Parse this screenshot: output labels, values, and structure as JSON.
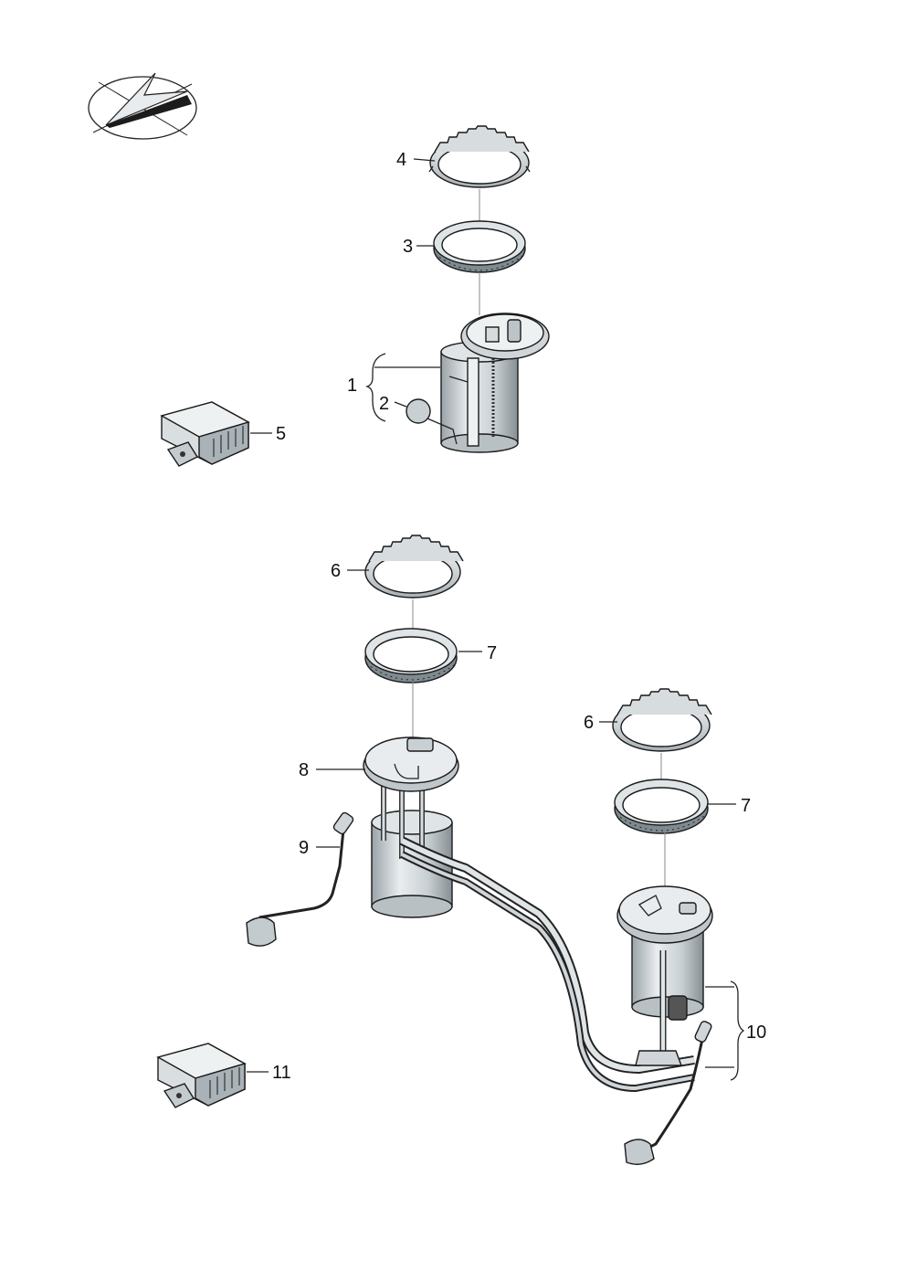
{
  "callouts": [
    {
      "id": "c1",
      "label": "1"
    },
    {
      "id": "c2",
      "label": "2"
    },
    {
      "id": "c3",
      "label": "3"
    },
    {
      "id": "c4",
      "label": "4"
    },
    {
      "id": "c5",
      "label": "5"
    },
    {
      "id": "c6a",
      "label": "6"
    },
    {
      "id": "c6b",
      "label": "6"
    },
    {
      "id": "c7a",
      "label": "7"
    },
    {
      "id": "c7b",
      "label": "7"
    },
    {
      "id": "c8",
      "label": "8"
    },
    {
      "id": "c9",
      "label": "9"
    },
    {
      "id": "c10",
      "label": "10"
    },
    {
      "id": "c11",
      "label": "11"
    }
  ],
  "icons": [
    "compass-direction-icon"
  ],
  "colors": {
    "line": "#1a1a1a",
    "part_light": "#e6eaec",
    "part_mid": "#c4cbcf",
    "part_dark": "#8e979c"
  }
}
